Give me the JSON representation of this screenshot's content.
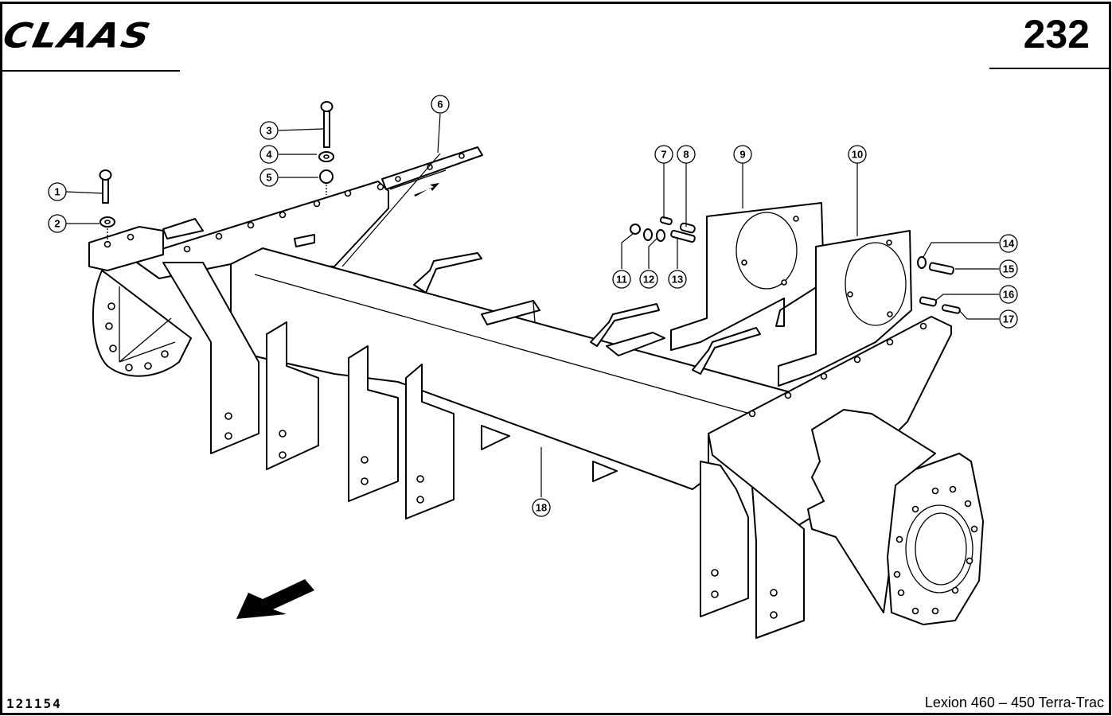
{
  "header": {
    "brand": "CLAAS",
    "page_number": "232"
  },
  "footer": {
    "drawing_id": "121154",
    "model": "Lexion 460 – 450 Terra-Trac"
  },
  "diagram": {
    "title": "Exploded view – main frame cross member",
    "direction_arrow": "direction-of-travel",
    "callouts": [
      {
        "id": "1",
        "label": "1",
        "part": "bolt"
      },
      {
        "id": "2",
        "label": "2",
        "part": "washer"
      },
      {
        "id": "3",
        "label": "3",
        "part": "bolt"
      },
      {
        "id": "4",
        "label": "4",
        "part": "washer"
      },
      {
        "id": "5",
        "label": "5",
        "part": "nut"
      },
      {
        "id": "6",
        "label": "6",
        "part": "strip"
      },
      {
        "id": "7",
        "label": "7",
        "part": "pin"
      },
      {
        "id": "8",
        "label": "8",
        "part": "sleeve"
      },
      {
        "id": "9",
        "label": "9",
        "part": "plate"
      },
      {
        "id": "10",
        "label": "10",
        "part": "plate"
      },
      {
        "id": "11",
        "label": "11",
        "part": "nut"
      },
      {
        "id": "12",
        "label": "12",
        "part": "washer"
      },
      {
        "id": "13",
        "label": "13",
        "part": "bolt"
      },
      {
        "id": "14",
        "label": "14",
        "part": "washer"
      },
      {
        "id": "15",
        "label": "15",
        "part": "bolt"
      },
      {
        "id": "16",
        "label": "16",
        "part": "sleeve"
      },
      {
        "id": "17",
        "label": "17",
        "part": "pin"
      },
      {
        "id": "18",
        "label": "18",
        "part": "frame"
      }
    ]
  }
}
